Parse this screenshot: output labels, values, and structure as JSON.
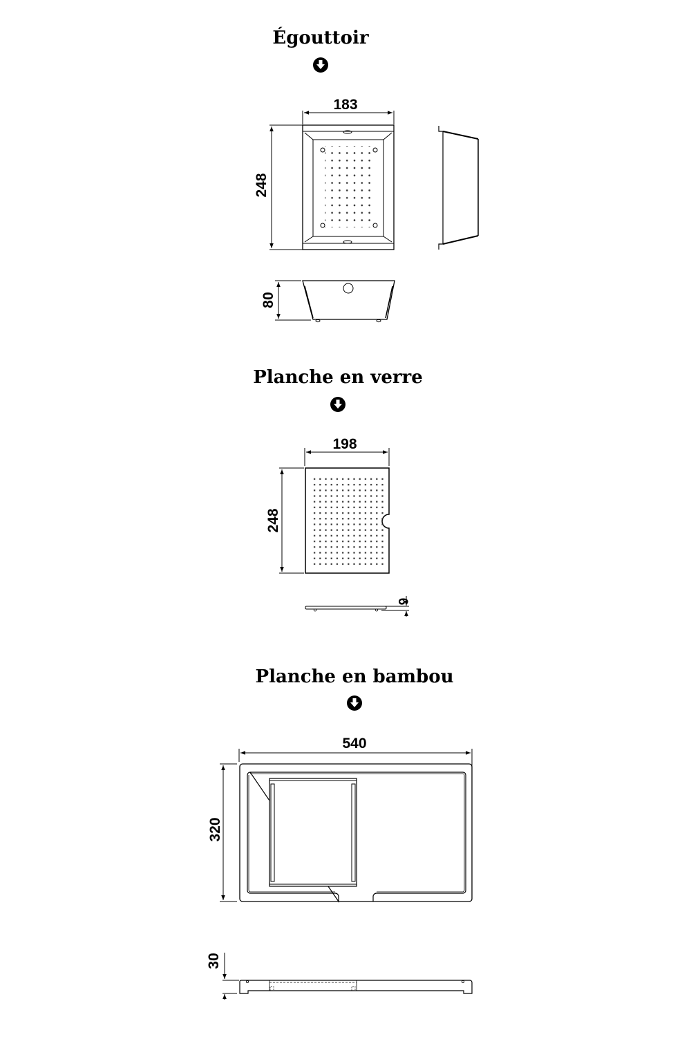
{
  "sections": [
    {
      "title": "Égouttoir",
      "icon": "circle-arrow-down-icon",
      "dimensions": {
        "width": "183",
        "length": "248",
        "height": "80"
      }
    },
    {
      "title": "Planche en verre",
      "icon": "circle-arrow-down-icon",
      "dimensions": {
        "width": "198",
        "length": "248",
        "thickness": "6"
      }
    },
    {
      "title": "Planche en bambou",
      "icon": "circle-arrow-down-icon",
      "dimensions": {
        "width": "540",
        "length": "320",
        "thickness": "30"
      }
    }
  ],
  "colors": {
    "line": "#000000",
    "background": "#ffffff",
    "detail": "#444444"
  }
}
